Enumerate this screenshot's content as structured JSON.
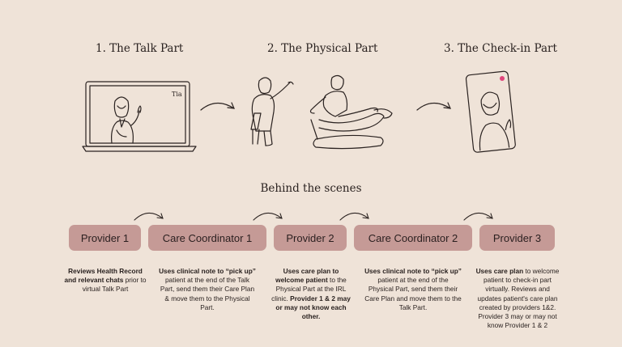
{
  "steps": [
    {
      "title": "1. The Talk Part"
    },
    {
      "title": "2. The Physical Part"
    },
    {
      "title": "3. The Check-in Part"
    }
  ],
  "laptop_logo": "Tia",
  "behind_title": "Behind the scenes",
  "roles": [
    {
      "label": "Provider 1",
      "desc": [
        {
          "b": "Reviews Health Record and relevant chats"
        },
        {
          "t": " prior to virtual Talk Part"
        }
      ]
    },
    {
      "label": "Care Coordinator 1",
      "desc": [
        {
          "b": "Uses clinical note to “pick up”"
        },
        {
          "t": " patient at the end of the Talk Part, send them their Care Plan & move them to the Physical Part."
        }
      ]
    },
    {
      "label": "Provider 2",
      "desc": [
        {
          "b": "Uses care plan to welcome patient"
        },
        {
          "t": " to the Physical Part at the IRL clinic. "
        },
        {
          "b": "Provider 1 & 2 may or may not know each other."
        }
      ]
    },
    {
      "label": "Care Coordinator 2",
      "desc": [
        {
          "b": "Uses clinical note to “pick up”"
        },
        {
          "t": " patient at the end of the Physical Part, send them their Care Plan and move them to the Talk Part."
        }
      ]
    },
    {
      "label": "Provider 3",
      "desc": [
        {
          "b": "Uses care plan"
        },
        {
          "t": " to welcome patient to check-in part virtually. Reviews and updates patient's care plan created by providers 1&2. Provider 3 may or may not know Provider 1 & 2"
        }
      ]
    }
  ],
  "colors": {
    "background": "#efe3d8",
    "box": "#c59a96",
    "line": "#2a2220",
    "dot": "#e0457b"
  }
}
